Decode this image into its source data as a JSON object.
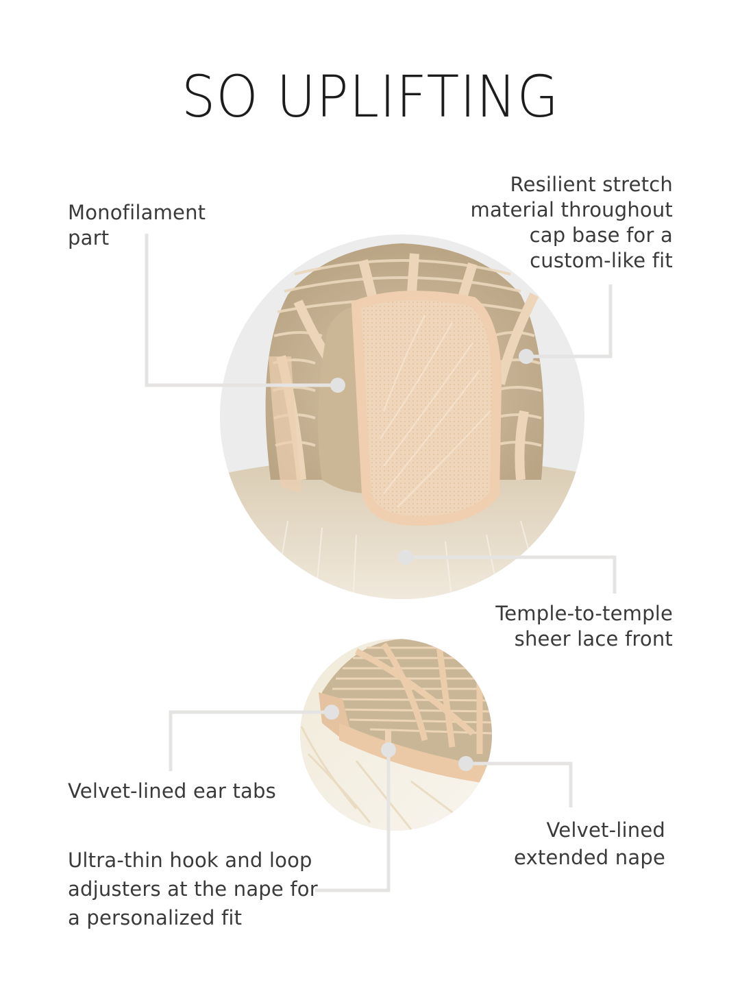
{
  "title": "SO UPLIFTING",
  "colors": {
    "background": "#ffffff",
    "title_text": "#1c1c1c",
    "label_text": "#3a3a3a",
    "callout_line": "#e6e4e3",
    "callout_dot": "#e3e2e2",
    "halo": "#ececec",
    "cap_lace": "#edd2b5",
    "cap_band": "#e9c9a8",
    "hair_light": "#efe6d4",
    "hair_dark": "#b7a58a"
  },
  "images": {
    "top_view": {
      "description": "Wig cap interior, top/front view",
      "icon": "wig-cap-top-image"
    },
    "back_view": {
      "description": "Wig cap interior, back/nape view",
      "icon": "wig-cap-back-image"
    }
  },
  "callouts": [
    {
      "id": "monofilament",
      "lines": [
        "Monofilament",
        "part"
      ]
    },
    {
      "id": "stretch",
      "lines": [
        "Resilient stretch",
        "material throughout",
        "cap base for a",
        "custom-like fit"
      ]
    },
    {
      "id": "lace-front",
      "lines": [
        "Temple-to-temple",
        "sheer lace front"
      ]
    },
    {
      "id": "ear-tabs",
      "lines": [
        "Velvet-lined ear tabs"
      ]
    },
    {
      "id": "adjusters",
      "lines": [
        "Ultra-thin hook and loop",
        "adjusters at the nape for",
        "a personalized fit"
      ]
    },
    {
      "id": "nape",
      "lines": [
        "Velvet-lined",
        "extended nape"
      ]
    }
  ]
}
